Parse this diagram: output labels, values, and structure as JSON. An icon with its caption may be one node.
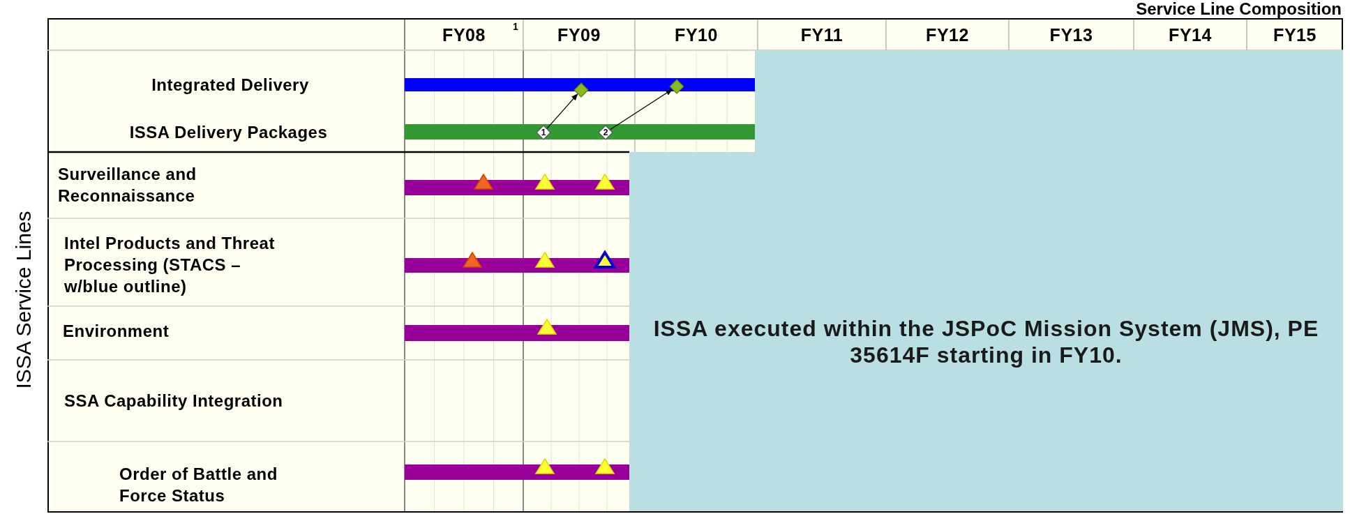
{
  "diagram": {
    "title": "Service Line Composition",
    "nodes": [
      {
        "text": [],
        "shape": "diamond"
      },
      {
        "text": [],
        "shape": "diamond"
      },
      {
        "text": [
          "1"
        ]
      },
      {
        "text": [
          "2"
        ]
      },
      {
        "text": [
          "ISSA executed within the JSPoC Mission System (JMS), PE 35614F starting in FY10."
        ]
      }
    ],
    "edges": [
      {
        "from": 2,
        "to": 0,
        "arrow": "to"
      },
      {
        "from": 3,
        "to": 1,
        "arrow": "to"
      }
    ],
    "labels": [
      "FY08",
      "1",
      "FY09",
      "FY10",
      "FY11",
      "FY12",
      "FY13",
      "FY14",
      "FY15",
      "Integrated Delivery",
      "ISSA Delivery Packages",
      "Surveillance and Reconnaissance",
      "Intel Products and Threat Processing (STACS – w/blue outline)",
      "Environment",
      "SSA Capability Integration",
      "Order of Battle and Force Status",
      "ISSA Service Lines"
    ]
  }
}
